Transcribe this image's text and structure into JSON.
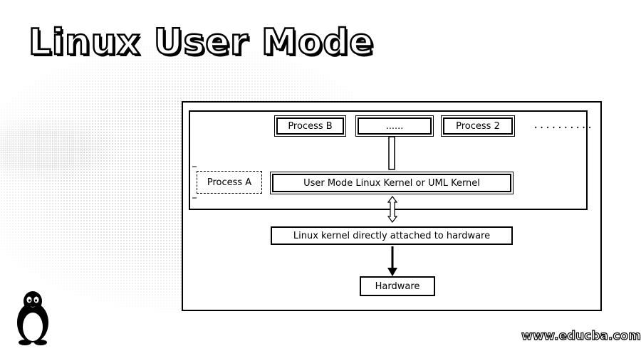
{
  "title": "Linux User Mode",
  "diagram": {
    "process_b": "Process B",
    "process_ellipsis": "......",
    "process_2": "Process 2",
    "more": "..........",
    "process_a": "Process A",
    "uml_kernel": "User Mode Linux Kernel or UML Kernel",
    "host_kernel": "Linux kernel directly attached to hardware",
    "hardware": "Hardware"
  },
  "watermark": "www.educba.com",
  "logo": "tux-penguin-icon"
}
